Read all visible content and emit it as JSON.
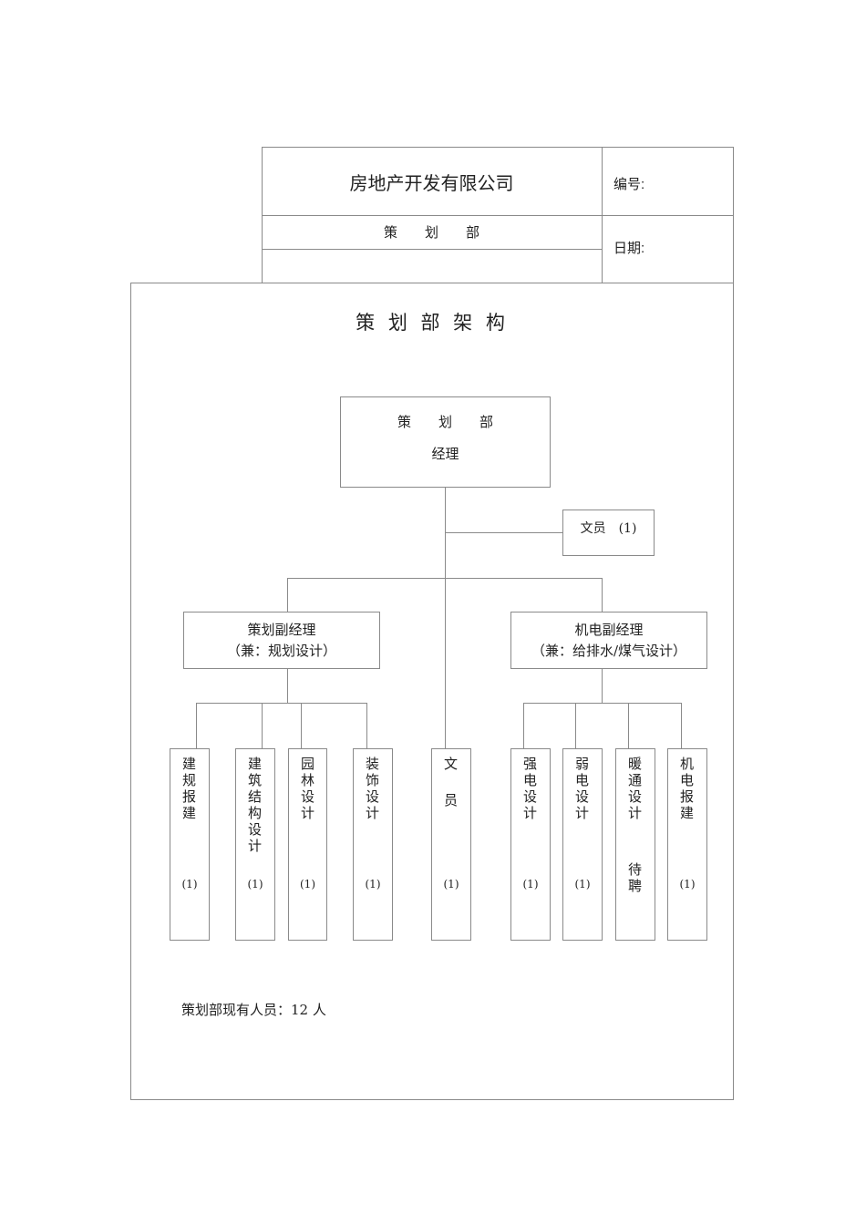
{
  "header": {
    "company": "房地产开发有限公司",
    "department": "策　　划　　部",
    "number_label": "编号:",
    "date_label": "日期:"
  },
  "doc": {
    "title": "策 划 部 架 构",
    "manager_dept": "策　　划　　部",
    "manager_title": "经理",
    "clerk_top": "文员　(1)",
    "deputy_planning_line1": "策划副经理",
    "deputy_planning_line2": "（兼：规划设计）",
    "deputy_me_line1": "机电副经理",
    "deputy_me_line2": "（兼：给排水/煤气设计）",
    "positions": [
      {
        "label": "建规报建",
        "count": "(1)"
      },
      {
        "label": "建筑结构设计",
        "count": "(1)"
      },
      {
        "label": "园林设计",
        "count": "(1)"
      },
      {
        "label": "装饰设计",
        "count": "(1)"
      },
      {
        "label": "文　员",
        "count": "(1)"
      },
      {
        "label": "强电设计",
        "count": "(1)"
      },
      {
        "label": "弱电设计",
        "count": "(1)"
      },
      {
        "label": "暖通设计",
        "count": "待聘"
      },
      {
        "label": "机电报建",
        "count": "(1)"
      }
    ],
    "staff_summary": "策划部现有人员：12 人"
  }
}
